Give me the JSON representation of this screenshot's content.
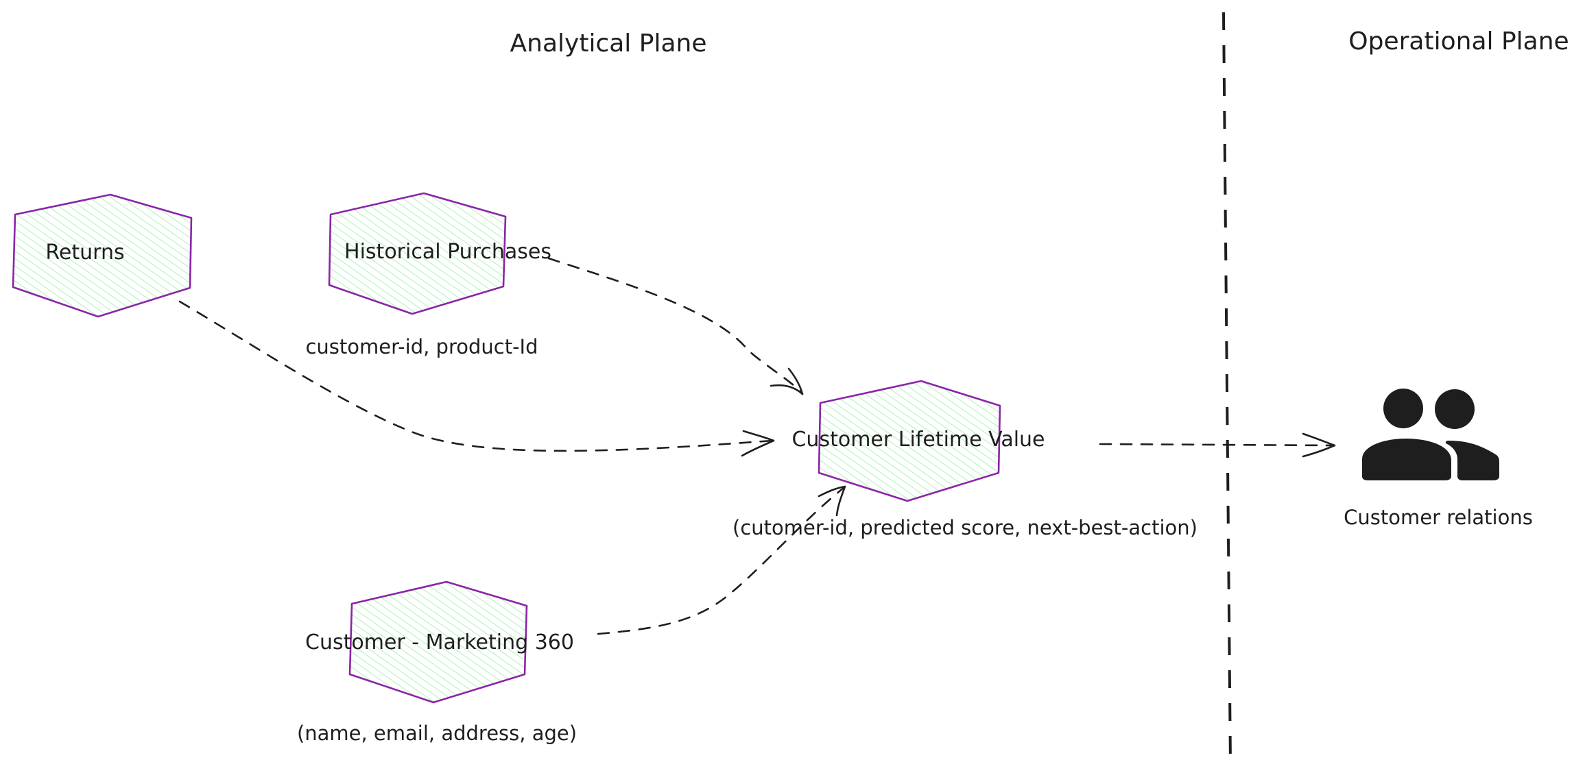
{
  "planes": {
    "analytical": "Analytical Plane",
    "operational": "Operational Plane"
  },
  "colors": {
    "node_stroke": "#8b24a8",
    "node_hatch": "#b2f2bb",
    "ink": "#1e1e1e"
  },
  "nodes": [
    {
      "id": "returns",
      "label": "Returns",
      "caption": ""
    },
    {
      "id": "historical-purchases",
      "label": "Historical Purchases",
      "caption": "customer-id, product-Id"
    },
    {
      "id": "customer-lifetime-value",
      "label": "Customer Lifetime Value",
      "caption": "(cutomer-id, predicted score, next-best-action)"
    },
    {
      "id": "customer-marketing-360",
      "label": "Customer - Marketing 360",
      "caption": "(name, email, address, age)"
    }
  ],
  "consumer": {
    "label": "Customer relations",
    "icon": "users-icon"
  },
  "edges": [
    {
      "from": "historical-purchases",
      "to": "customer-lifetime-value",
      "style": "dashed"
    },
    {
      "from": "returns",
      "to": "customer-lifetime-value",
      "style": "dashed"
    },
    {
      "from": "customer-marketing-360",
      "to": "customer-lifetime-value",
      "style": "dashed"
    },
    {
      "from": "customer-lifetime-value",
      "to": "customer-relations",
      "style": "dashed"
    }
  ]
}
